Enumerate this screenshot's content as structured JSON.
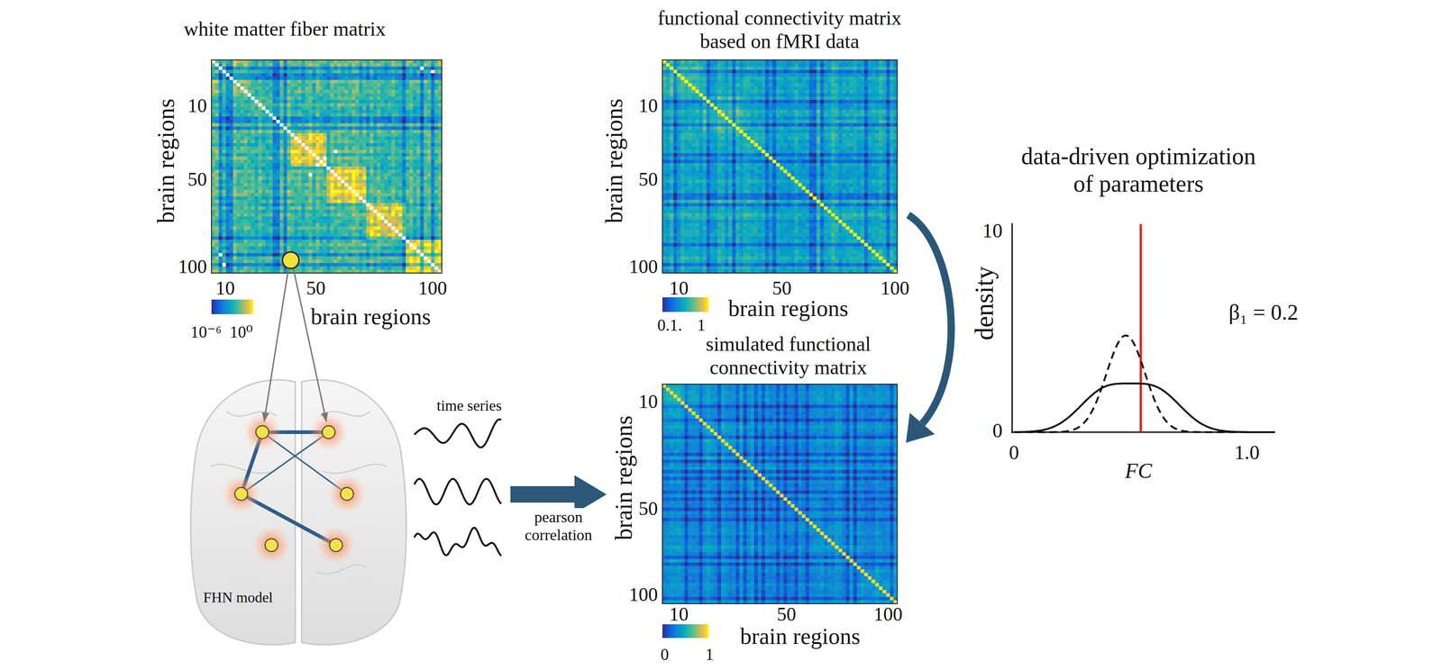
{
  "diagram": {
    "nodes": [
      {
        "text": [
          "white matter fiber matrix"
        ]
      },
      {
        "text": [
          "functional connectivity matrix based on fMRI data"
        ]
      },
      {
        "text": [
          "simulated functional connectivity matrix"
        ]
      },
      {
        "text": [
          "FHN model"
        ]
      },
      {
        "text": [
          "data-driven optimization of parameters"
        ]
      }
    ],
    "edges": [
      {
        "from": 1,
        "to": 2,
        "arrow": "to"
      },
      {
        "from": 3,
        "to": 2,
        "arrow": "to",
        "label": "pearson correlation"
      }
    ],
    "labels": [
      "10",
      "50",
      "100",
      "10",
      "50",
      "100",
      "brain regions",
      "10⁻⁶",
      "10⁰",
      "brain regions",
      "10",
      "50",
      "100",
      "10",
      "50",
      "100",
      "brain regions",
      "0.1.",
      "1",
      "brain regions",
      "10",
      "50",
      "100",
      "10",
      "50",
      "100",
      "brain regions",
      "0",
      "1",
      "brain regions",
      "time series",
      "10",
      "0",
      "0",
      "1.0",
      "density",
      "FC",
      "β₁ = 0.2"
    ]
  }
}
